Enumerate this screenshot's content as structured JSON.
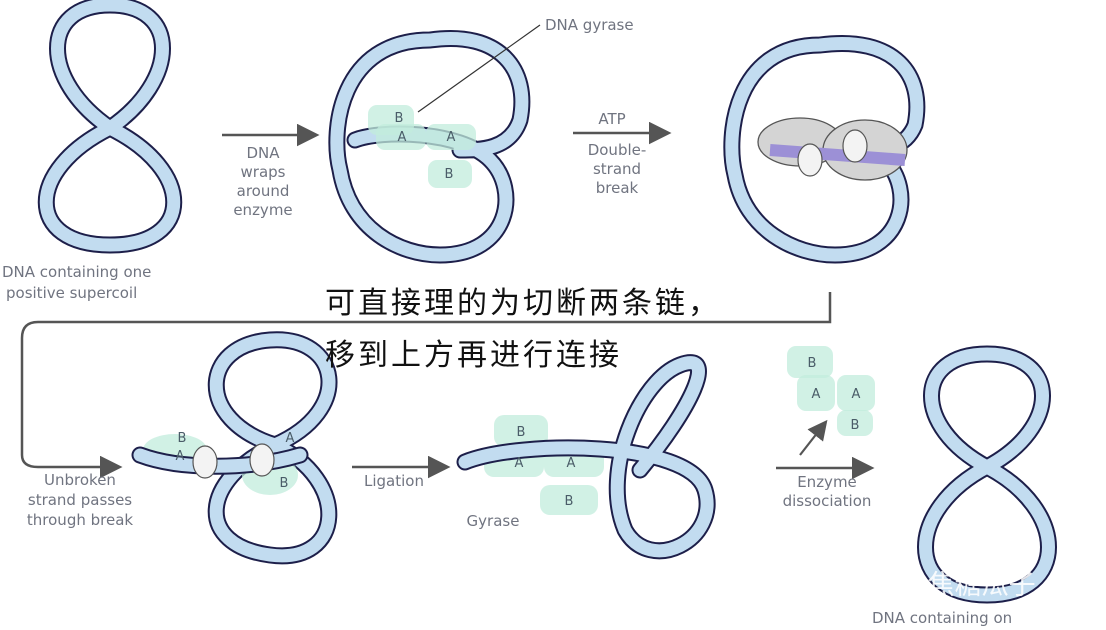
{
  "annotation": {
    "line1": "可直接理的为切断两条链，",
    "line2": "移到上方再进行连接"
  },
  "labels": {
    "dna_gyrase": "DNA gyrase",
    "step1": [
      "DNA",
      "wraps",
      "around",
      "enzyme"
    ],
    "step2": [
      "ATP",
      "Double-",
      "strand",
      "break"
    ],
    "initial_caption": [
      "DNA containing one",
      "positive supercoil"
    ],
    "step3": [
      "Unbroken",
      "strand passes",
      "through break"
    ],
    "step4": "Ligation",
    "gyrase": "Gyrase",
    "step5": [
      "Enzyme",
      "dissociation"
    ],
    "final_caption": "DNA containing on"
  },
  "subunits": {
    "a": "A",
    "b": "B"
  },
  "watermark": "知乎 @焦糖瓜子",
  "colors": {
    "dna_front": "#c2dcf0",
    "dna_back": "#9c90d6",
    "dna_outline": "#1d1f4a",
    "enzyme": "#c2ecdc",
    "arrow": "#555555"
  }
}
